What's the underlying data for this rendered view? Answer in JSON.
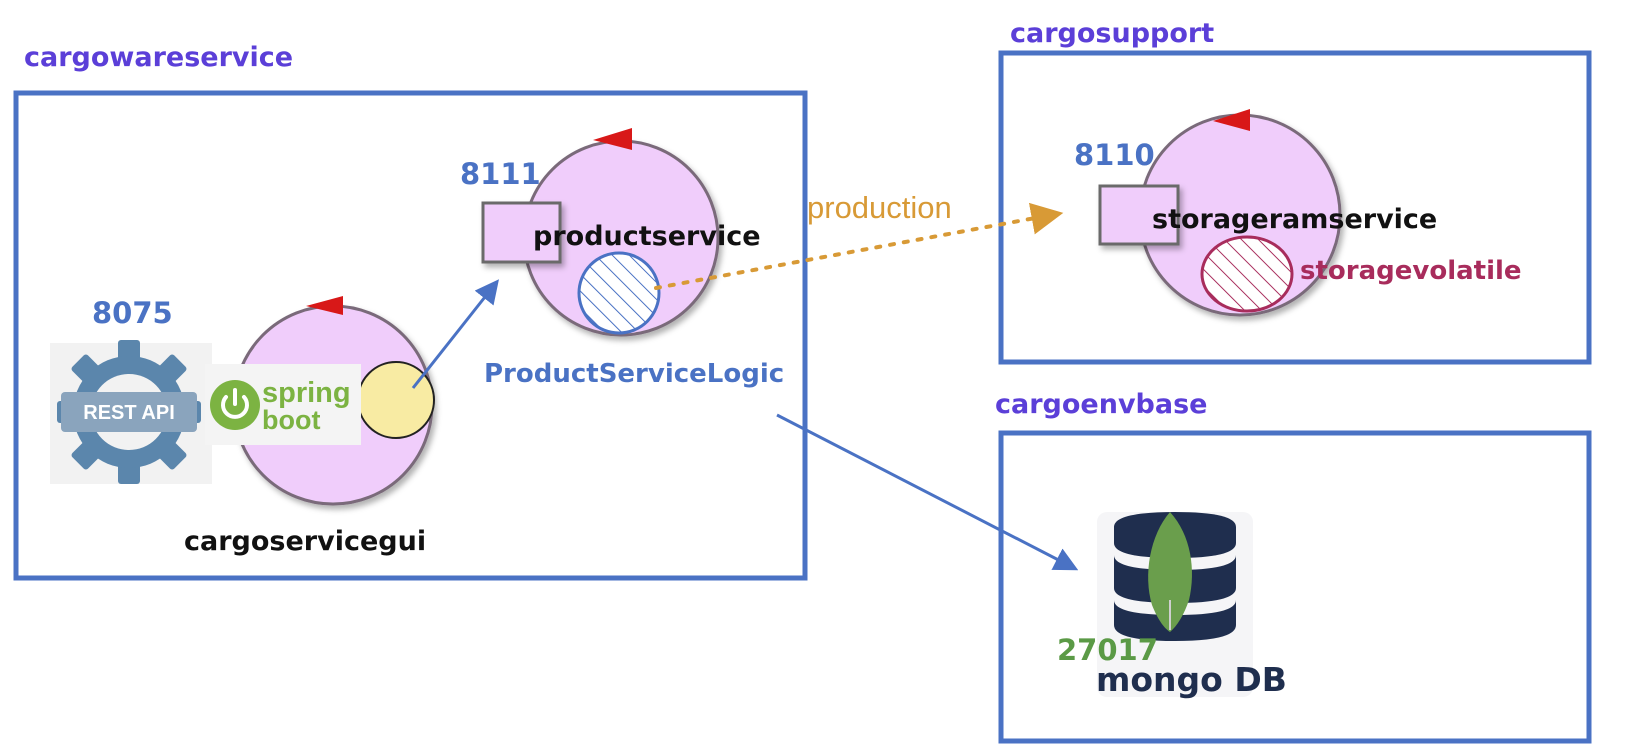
{
  "contexts": {
    "cargowareservice": "cargowareservice",
    "cargosupport": "cargosupport",
    "cargoenvbase": "cargoenvbase"
  },
  "actors": {
    "cargoservicegui": {
      "name": "cargoservicegui",
      "port": "8075"
    },
    "productservice": {
      "name": "productservice",
      "port": "8111",
      "logic": "ProductServiceLogic"
    },
    "storageramservice": {
      "name": "storageramservice",
      "port": "8110",
      "storage": "storagevolatile"
    }
  },
  "edges": {
    "production": "production"
  },
  "logos": {
    "rest": "REST API",
    "spring_1": "spring",
    "spring_2": "boot",
    "mongo": "mongo DB",
    "mongo_port": "27017"
  },
  "colors": {
    "context_border": "#4a72c4",
    "context_title": "#5b3fd8",
    "actor_fill": "#f0cdfb",
    "arrow_blue": "#4a72c4",
    "arrow_orange": "#d89a36",
    "storage_volatile": "#a82c5c"
  }
}
